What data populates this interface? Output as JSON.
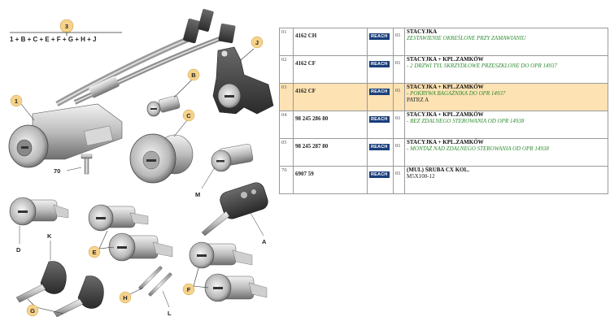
{
  "legend": {
    "badge": "3",
    "formula": "1 + B + C + E + F + G + H + J"
  },
  "callouts": {
    "b1": "1",
    "bB": "B",
    "bC": "C",
    "bJ": "J",
    "bE": "E",
    "bF": "F",
    "bG": "G",
    "bH": "H",
    "l70": "70",
    "lM": "M",
    "lD": "D",
    "lK": "K",
    "lA": "A",
    "lL": "L"
  },
  "colors": {
    "badge": "#f6d28a",
    "highlight": "#fde2b3",
    "note": "#2f8c33",
    "reach": "#1a3f7a"
  },
  "table": {
    "rows": [
      {
        "row": "01",
        "ref": "4162 CH",
        "reach": "REACH",
        "qty": "01",
        "name": "STACYJKA",
        "note": "ZESTAWIENIE OKREŚLONE PRZY ZAMAWIANIU",
        "extra": ""
      },
      {
        "row": "02",
        "ref": "4162 CF",
        "reach": "REACH",
        "qty": "01",
        "name": "STACYJKA + KPL.ZAMKÓW",
        "note": "- 2 DRZWI TYL SKRZYDŁOWE PRZESZKLONE DO OPR 14937",
        "extra": ""
      },
      {
        "row": "03",
        "ref": "4162 CF",
        "reach": "REACH",
        "qty": "01",
        "name": "STACYJKA + KPL.ZAMKÓW",
        "note": "- POKRYWA BAGAŻNIKA DO OPR 14937",
        "extra": "PATRZ A"
      },
      {
        "row": "04",
        "ref": "98 245 286 80",
        "reach": "REACH",
        "qty": "01",
        "name": "STACYJKA + KPL.ZAMKÓW",
        "note": "- BEZ ZDALNEGO STEROWANIA OD OPR 14938",
        "extra": ""
      },
      {
        "row": "05",
        "ref": "98 245 287 80",
        "reach": "REACH",
        "qty": "01",
        "name": "STACYJKA + KPL.ZAMKÓW",
        "note": "- MONTAŻ NAD ZDALNEGO STEROWANIA OD OPR 14938",
        "extra": ""
      },
      {
        "row": "70",
        "ref": "6907 59",
        "reach": "REACH",
        "qty": "01",
        "name": "(MUL) ŚRUBA CX KOL.",
        "note": "",
        "extra": "M5X100-12"
      }
    ]
  }
}
